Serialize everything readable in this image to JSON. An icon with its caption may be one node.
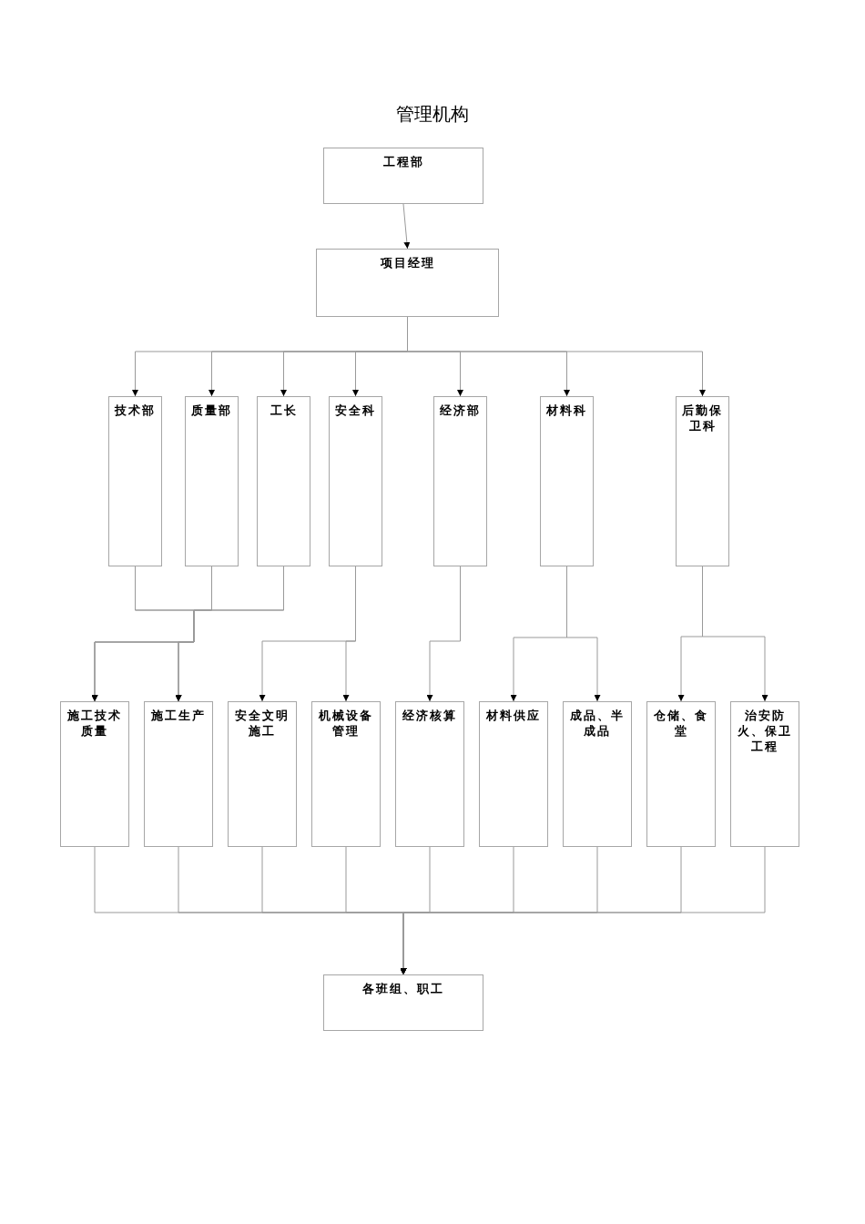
{
  "diagram": {
    "title": "管理机构",
    "nodes": [
      {
        "text": [
          "工程部"
        ]
      },
      {
        "text": [
          "项目经理"
        ]
      },
      {
        "text": [
          "技术部"
        ]
      },
      {
        "text": [
          "质量部"
        ]
      },
      {
        "text": [
          "工长"
        ]
      },
      {
        "text": [
          "安全科"
        ]
      },
      {
        "text": [
          "经济部"
        ]
      },
      {
        "text": [
          "材料科"
        ]
      },
      {
        "text": [
          "后勤保卫科"
        ]
      },
      {
        "text": [
          "施工技术质量"
        ]
      },
      {
        "text": [
          "施工生产"
        ]
      },
      {
        "text": [
          "安全文明施工"
        ]
      },
      {
        "text": [
          "机械设备管理"
        ]
      },
      {
        "text": [
          "经济核算"
        ]
      },
      {
        "text": [
          "材料供应"
        ]
      },
      {
        "text": [
          "成品、半成品"
        ]
      },
      {
        "text": [
          "仓储、食堂"
        ]
      },
      {
        "text": [
          "治安防火、保卫工程"
        ]
      },
      {
        "text": [
          "各班组、职工"
        ]
      }
    ],
    "edges": [
      {
        "from": 0,
        "to": 1,
        "arrow": "to"
      },
      {
        "from": 1,
        "to": 2,
        "arrow": "to"
      },
      {
        "from": 1,
        "to": 3,
        "arrow": "to"
      },
      {
        "from": 1,
        "to": 4,
        "arrow": "to"
      },
      {
        "from": 1,
        "to": 5,
        "arrow": "to"
      },
      {
        "from": 1,
        "to": 6,
        "arrow": "to"
      },
      {
        "from": 1,
        "to": 7,
        "arrow": "to"
      },
      {
        "from": 1,
        "to": 8,
        "arrow": "to"
      },
      {
        "from": 2,
        "to": 9,
        "arrow": "to"
      },
      {
        "from": 2,
        "to": 10,
        "arrow": "to"
      },
      {
        "from": 3,
        "to": 9,
        "arrow": "to"
      },
      {
        "from": 3,
        "to": 10,
        "arrow": "to"
      },
      {
        "from": 4,
        "to": 9,
        "arrow": "to"
      },
      {
        "from": 4,
        "to": 10,
        "arrow": "to"
      },
      {
        "from": 5,
        "to": 11,
        "arrow": "to"
      },
      {
        "from": 5,
        "to": 12,
        "arrow": "to"
      },
      {
        "from": 6,
        "to": 13,
        "arrow": "to"
      },
      {
        "from": 7,
        "to": 14,
        "arrow": "to"
      },
      {
        "from": 7,
        "to": 15,
        "arrow": "to"
      },
      {
        "from": 8,
        "to": 16,
        "arrow": "to"
      },
      {
        "from": 8,
        "to": 17,
        "arrow": "to"
      },
      {
        "from": 9,
        "to": 18,
        "arrow": "to"
      },
      {
        "from": 10,
        "to": 18,
        "arrow": "to"
      },
      {
        "from": 11,
        "to": 18,
        "arrow": "to"
      },
      {
        "from": 12,
        "to": 18,
        "arrow": "to"
      },
      {
        "from": 13,
        "to": 18,
        "arrow": "to"
      },
      {
        "from": 14,
        "to": 18,
        "arrow": "to"
      },
      {
        "from": 15,
        "to": 18,
        "arrow": "to"
      },
      {
        "from": 16,
        "to": 18,
        "arrow": "to"
      },
      {
        "from": 17,
        "to": 18,
        "arrow": "to"
      }
    ]
  }
}
